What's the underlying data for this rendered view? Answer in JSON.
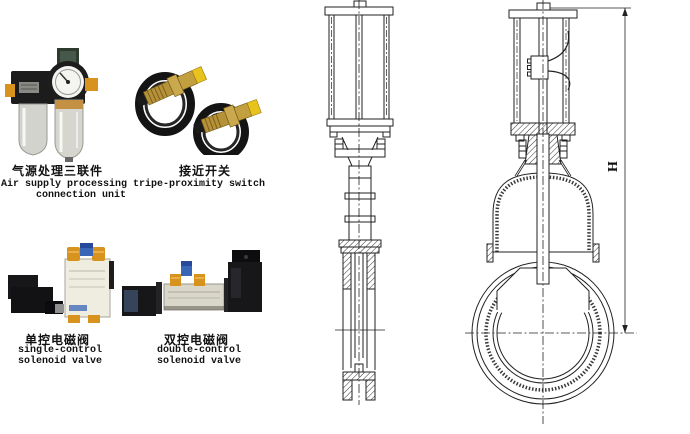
{
  "figures": {
    "frl": {
      "caption_cn": "气源处理三联件",
      "caption_en_1": "Air supply processing tripe-",
      "caption_en_2": "connection unit"
    },
    "proximity": {
      "caption_cn": "接近开关",
      "caption_en_1": "proximity switch"
    },
    "single_valve": {
      "caption_cn": "单控电磁阀",
      "caption_en_1": "single-control",
      "caption_en_2": "solenoid valve"
    },
    "double_valve": {
      "caption_cn": "双控电磁阀",
      "caption_en_1": "double-control",
      "caption_en_2": "solenoid valve"
    }
  },
  "drawings": {
    "dimension_label": "H"
  },
  "colors": {
    "line": "#222222",
    "orange_fitting": "#d8921e",
    "blue_fitting": "#3a66b8",
    "gold_sensor": "#b5923a",
    "yellow_tip": "#e8c31e",
    "black_component": "#17171a",
    "valve_body_white": "#efece0"
  }
}
